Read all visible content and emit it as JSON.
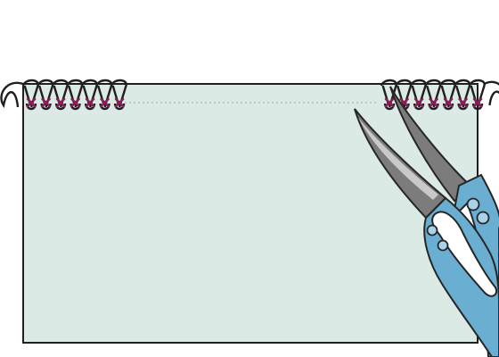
{
  "illustration": {
    "subject": "serged-fabric-edge-with-thread-snips",
    "colors": {
      "background": "#ffffff",
      "fabric_fill": "#dbeae4",
      "fabric_outline": "#1f1f1f",
      "serger_loops": "#1f1f1f",
      "needle_thread": "#8a1e58",
      "stitch_line": "#a9b7b2",
      "blade": "#7c7c7c",
      "blade_highlight": "#c9c9c9",
      "handle": "#6aaed1",
      "handle_dark": "#4a8db3",
      "outline": "#262626"
    },
    "icons": [
      "fabric-swatch",
      "serger-stitch-chain",
      "thread-snips-icon"
    ]
  }
}
